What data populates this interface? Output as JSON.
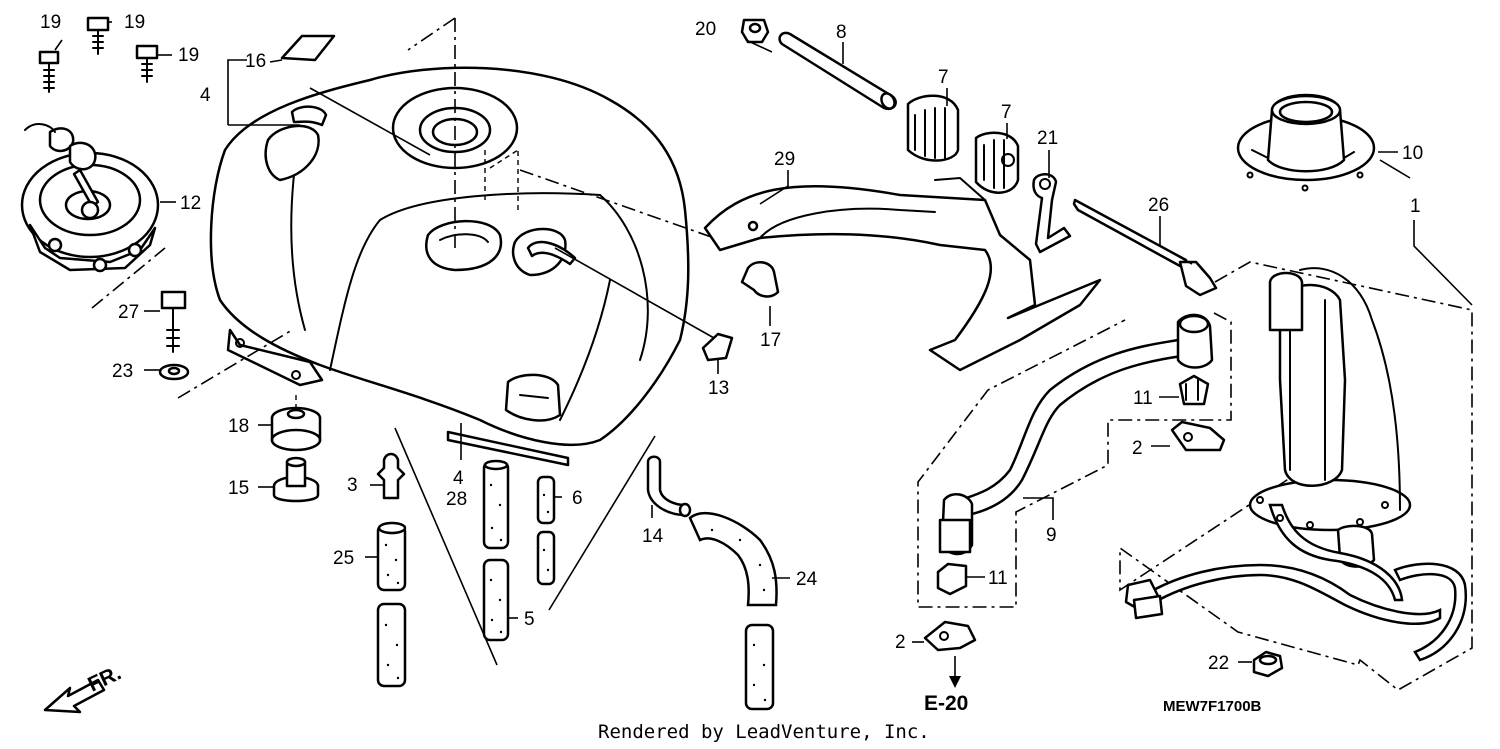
{
  "callouts": [
    "1",
    "2",
    "2",
    "3",
    "4",
    "4",
    "5",
    "6",
    "7",
    "7",
    "8",
    "9",
    "10",
    "11",
    "11",
    "12",
    "13",
    "14",
    "15",
    "16",
    "17",
    "18",
    "19",
    "19",
    "19",
    "20",
    "21",
    "22",
    "23",
    "24",
    "25",
    "26",
    "27",
    "28",
    "29"
  ],
  "section_ref": "E-20",
  "front_marker": "FR.",
  "diagram_code": "MEW7F1700B",
  "credit": "Rendered by LeadVenture, Inc."
}
